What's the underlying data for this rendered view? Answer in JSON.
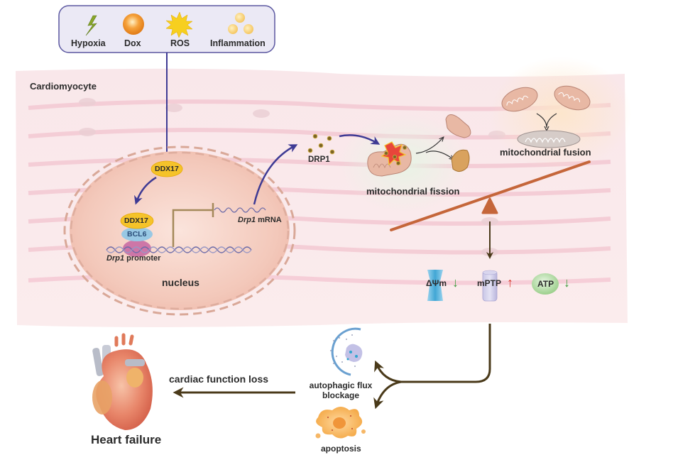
{
  "figure": {
    "domain": "biological pathway diagram",
    "cell_label": "Cardiomyocyte",
    "stimuli": [
      {
        "icon": "lightning-bolt-icon",
        "label": "Hypoxia"
      },
      {
        "icon": "orange-sphere-icon",
        "label": "Dox"
      },
      {
        "icon": "sunburst-icon",
        "label": "ROS"
      },
      {
        "icon": "particle-cluster-icon",
        "label": "Inflammation"
      }
    ],
    "nucleus": {
      "label": "nucleus",
      "ddx17_top": "DDX17",
      "complex": {
        "top": "DDX17",
        "middle": "BCL6"
      },
      "promoter_gene": "Drp1",
      "promoter_suffix": " promoter",
      "mrna_gene": "Drp1",
      "mrna_suffix": " mRNA"
    },
    "drp1_label": "DRP1",
    "fission_label": "mitochondrial fission",
    "fusion_label": "mitochondrial fusion",
    "mito_markers": [
      {
        "label": "ΔΨm",
        "direction": "down",
        "arrow": "↓",
        "color": "#3a9a3a"
      },
      {
        "label": "mPTP",
        "direction": "up",
        "arrow": "↑",
        "color": "#d8362a"
      },
      {
        "label": "ATP",
        "direction": "down",
        "arrow": "↓",
        "color": "#3a9a3a"
      }
    ],
    "outcomes": {
      "autophagy": "autophagic flux\nblockage",
      "autophagy_line1": "autophagic flux",
      "autophagy_line2": "blockage",
      "apoptosis": "apoptosis"
    },
    "cardiac_arrow_label": "cardiac function loss",
    "heart_failure_label": "Heart failure"
  }
}
